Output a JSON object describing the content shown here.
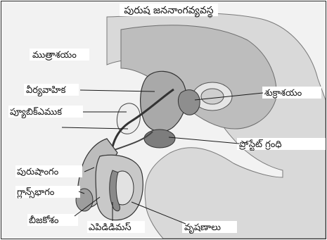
{
  "title": "పురుష జననాంగవ్యవస్థ",
  "labels": {
    "bladder": "ముత్రాశయం",
    "vas_deferens": "వీర్యవాహిక",
    "pubic_bone": "ప్యూబిక్ఎముక",
    "seminal_vesicle": "శుక్రాశయం",
    "prostate": "ప్రోస్టేట్ గ్రంధి",
    "penis": "పురుషాంగం",
    "glans": "గ్లాన్స్‌భాగం",
    "scrotum": "బీజకోశం",
    "epididymis": "ఎపిడిడిమస్",
    "testes": "వృషణాలు"
  },
  "colors": {
    "ink": "#111111",
    "line": "#1a1a1a",
    "tissue": "#cfcfcf",
    "dark": "#555555"
  }
}
